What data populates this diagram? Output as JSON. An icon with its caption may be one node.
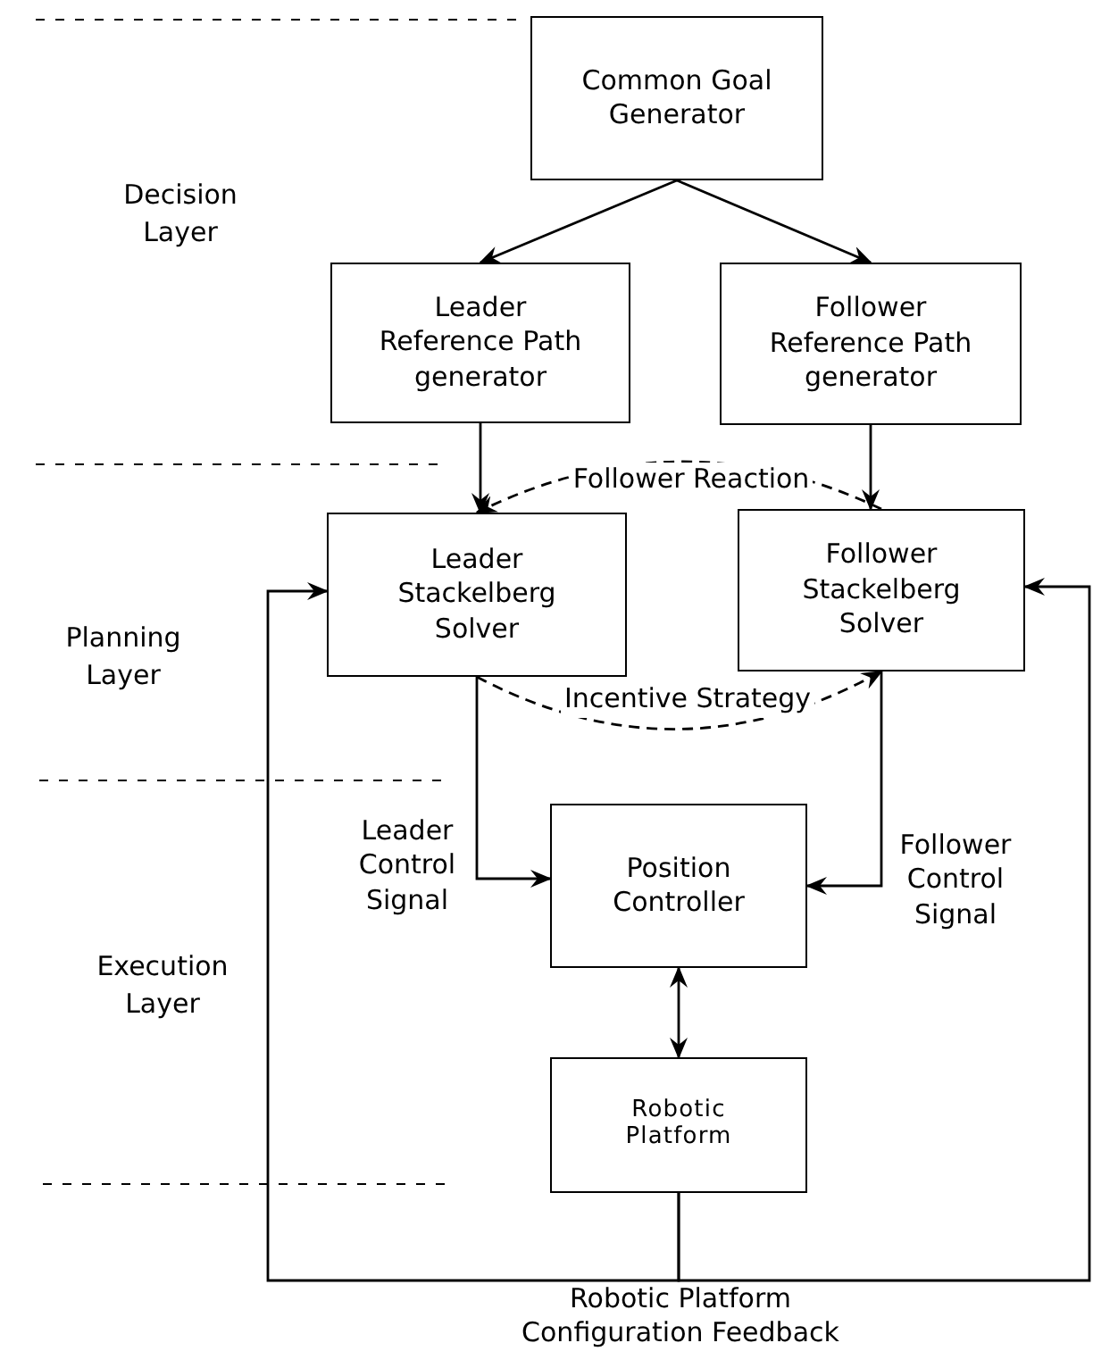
{
  "diagram": {
    "nodes": [
      {
        "text": [
          "Common Goal Generator"
        ]
      },
      {
        "text": [
          "Leader Reference Path generator"
        ]
      },
      {
        "text": [
          "Follower Reference Path generator"
        ]
      },
      {
        "text": [
          "Leader Stackelberg Solver"
        ]
      },
      {
        "text": [
          "Follower Stackelberg Solver"
        ]
      },
      {
        "text": [
          "Position Controller"
        ]
      },
      {
        "text": [
          "Robotic Platform"
        ]
      }
    ],
    "edges": [
      {
        "from": 0,
        "to": 1,
        "arrow": "to"
      },
      {
        "from": 0,
        "to": 2,
        "arrow": "to"
      },
      {
        "from": 1,
        "to": 3,
        "arrow": "to"
      },
      {
        "from": 2,
        "to": 4,
        "arrow": "to"
      },
      {
        "from": 4,
        "to": 3,
        "arrow": "to",
        "label": "Follower Reaction",
        "style": "dashed"
      },
      {
        "from": 3,
        "to": 4,
        "arrow": "to",
        "label": "Incentive Strategy",
        "style": "dashed"
      },
      {
        "from": 3,
        "to": 5,
        "arrow": "to",
        "label": "Leader Control Signal"
      },
      {
        "from": 4,
        "to": 5,
        "arrow": "to",
        "label": "Follower Control Signal"
      },
      {
        "from": 5,
        "to": 6,
        "arrow": "both"
      },
      {
        "from": 6,
        "to": 3,
        "arrow": "to",
        "label": "Robotic Platform Configuration Feedback"
      },
      {
        "from": 6,
        "to": 4,
        "arrow": "to"
      }
    ],
    "labels": [
      "Decision Layer",
      "Planning Layer",
      "Execution Layer"
    ]
  }
}
